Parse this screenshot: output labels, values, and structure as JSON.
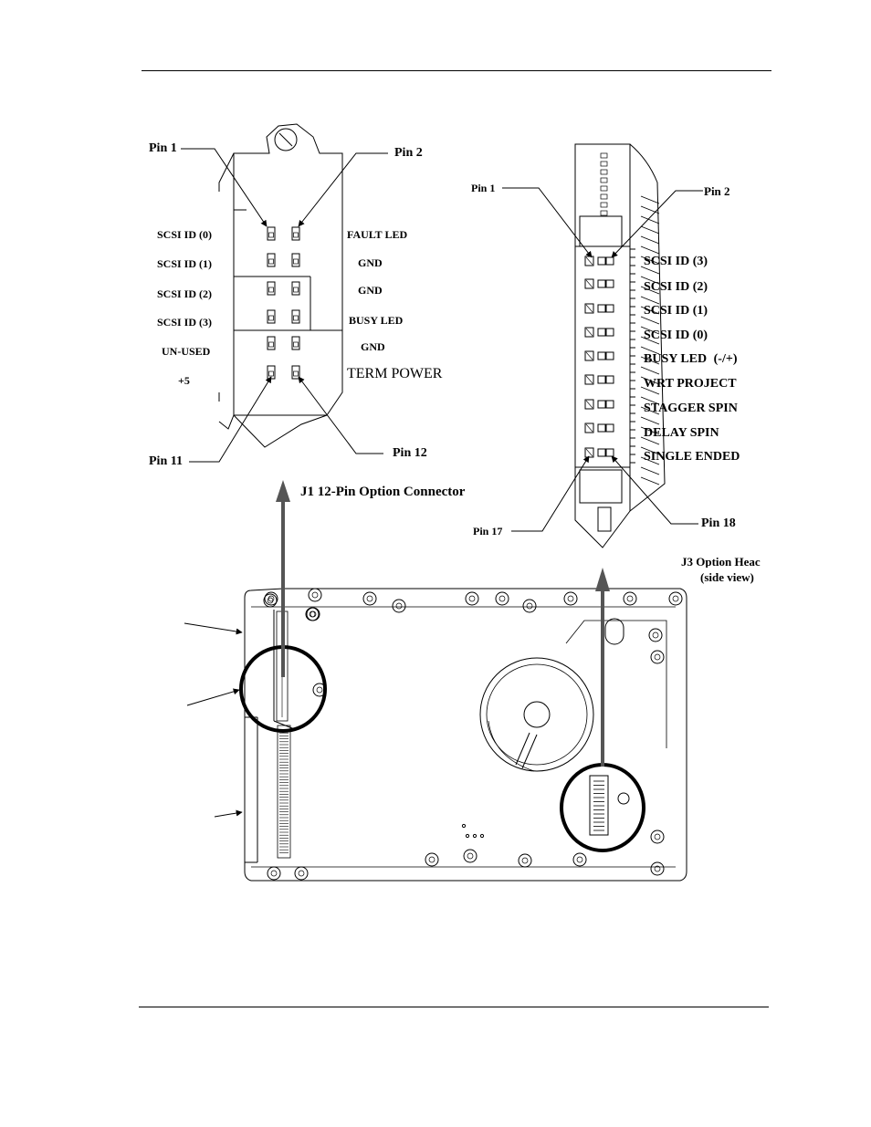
{
  "j1": {
    "pin1": "Pin 1",
    "pin2": "Pin 2",
    "pin11": "Pin 11",
    "pin12": "Pin 12",
    "left_labels": [
      "SCSI ID (0)",
      "SCSI ID (1)",
      "SCSI ID (2)",
      "SCSI ID (3)",
      "UN-USED",
      "+5"
    ],
    "right_labels": [
      "FAULT LED",
      "GND",
      "GND",
      "BUSY LED",
      "GND",
      "TERM POWER"
    ],
    "caption": "J1 12-Pin Option Connector"
  },
  "j3": {
    "pin1": "Pin 1",
    "pin2": "Pin 2",
    "pin17": "Pin 17",
    "pin18": "Pin 18",
    "labels": [
      "SCSI ID (3)",
      "SCSI ID (2)",
      "SCSI ID (1)",
      "SCSI ID (0)",
      "BUSY LED",
      "WRT PROJECT",
      "STAGGER SPIN",
      "DELAY SPIN",
      "SINGLE ENDED"
    ],
    "busy_suffix": "(-/+)",
    "caption_line1": "J3 Option Heac",
    "caption_line2": "(side view)"
  },
  "colors": {
    "ink": "#000000",
    "arrow": "#555555",
    "paper": "#ffffff"
  }
}
